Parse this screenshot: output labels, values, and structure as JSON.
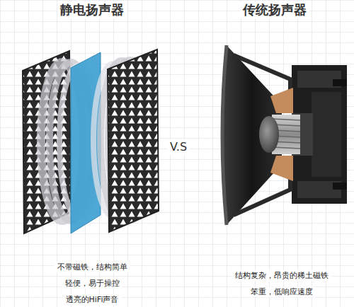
{
  "diagram": {
    "labels": [
      "静电扬声器",
      "传统扬声器",
      "V.S",
      "不带磁铁，结构简单",
      "轻便，易于操控",
      "透亮的HiFi声音",
      "结构复杂，昂贵的稀土磁铁",
      "笨重，低响应速度"
    ]
  }
}
